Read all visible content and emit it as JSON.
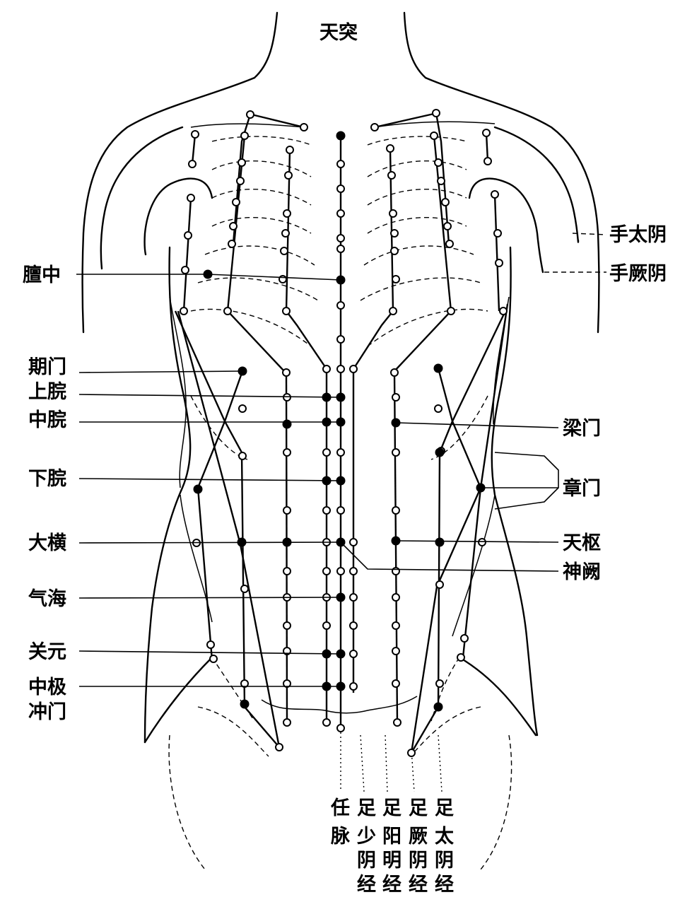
{
  "top_label": "天突",
  "left_labels": [
    {
      "key": "danzhong",
      "text": "膻中"
    },
    {
      "key": "qimen",
      "text": "期门"
    },
    {
      "key": "shangwan",
      "text": "上脘"
    },
    {
      "key": "zhongwan",
      "text": "中脘"
    },
    {
      "key": "xiawan",
      "text": "下脘"
    },
    {
      "key": "daheng",
      "text": "大横"
    },
    {
      "key": "qihai",
      "text": "气海"
    },
    {
      "key": "guanyuan",
      "text": "关元"
    },
    {
      "key": "zhongji",
      "text": "中极"
    },
    {
      "key": "chongmen",
      "text": "冲门"
    }
  ],
  "right_labels": [
    {
      "key": "shou_taiyin",
      "text": "手太阴"
    },
    {
      "key": "shou_jueyin",
      "text": "手厥阴"
    },
    {
      "key": "liangmen",
      "text": "梁门"
    },
    {
      "key": "zhangmen",
      "text": "章门"
    },
    {
      "key": "tianshu",
      "text": "天枢"
    },
    {
      "key": "shenque",
      "text": "神阙"
    }
  ],
  "bottom_columns": [
    {
      "key": "renmai",
      "text": [
        "任",
        "脉"
      ]
    },
    {
      "key": "zu_shaoyin",
      "text": [
        "足",
        "少",
        "阴",
        "经"
      ]
    },
    {
      "key": "zu_yangming",
      "text": [
        "足",
        "阳",
        "明",
        "经"
      ]
    },
    {
      "key": "zu_jueyin",
      "text": [
        "足",
        "厥",
        "阴",
        "经"
      ]
    },
    {
      "key": "zu_taiyin",
      "text": [
        "足",
        "太",
        "阴",
        "经"
      ]
    }
  ],
  "colors": {
    "ink": "#000000",
    "paper": "#ffffff"
  }
}
